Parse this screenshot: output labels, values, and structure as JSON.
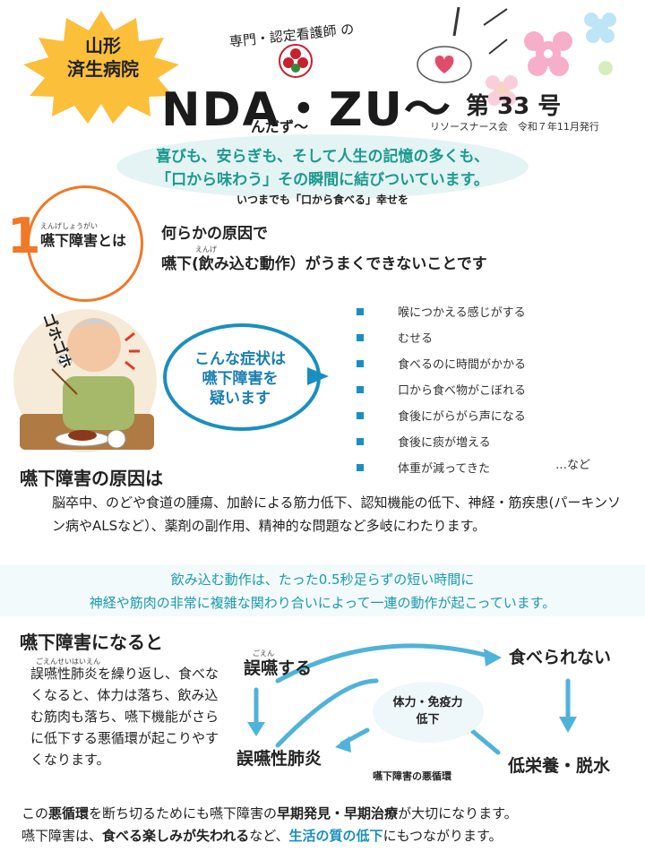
{
  "header": {
    "hospital": "山形\n済生病院",
    "subtitle": "専門・認定看護師 の",
    "masthead": "NDA・ZU～",
    "reading": "んだず～",
    "issue": "第 33 号",
    "org": "リソースナース会　令和７年11月発行"
  },
  "headline": {
    "line1": "喜びも、安らぎも、そして人生の記憶の多くも、",
    "line2": "「口から味わう」その瞬間に結びついています。",
    "sub": "いつまでも「口から食べる」幸せを"
  },
  "definition": {
    "number": "1",
    "term_ruby": "えんげしょうがい",
    "term": "嚥下障害とは",
    "line1": "何らかの原因で",
    "line2_ruby": "えんげ",
    "line2": "嚥下(飲み込む動作）がうまくできないことです"
  },
  "symptoms": {
    "bubble": "こんな症状は\n嚥下障害を\n疑います",
    "items": [
      "喉につかえる感じがする",
      "むせる",
      "食べるのに時間がかかる",
      "口から食べ物がこぼれる",
      "食後にがらがら声になる",
      "食後に痰が増える",
      "体重が減ってきた"
    ],
    "etc": "…など",
    "illustration_sfx": "ゴホゴホ"
  },
  "causes": {
    "title": "嚥下障害の原因は",
    "body": "脳卒中、のどや食道の腫瘍、加齢による筋力低下、認知機能の低下、神経・筋疾患(パーキンソン病やALSなど）、薬剤の副作用、精神的な問題など多岐にわたります。"
  },
  "mechanism": {
    "line1": "飲み込む動作は、たった0.5秒足らずの短い時間に",
    "line2": "神経や筋肉の非常に複雑な関わり合いによって一連の動作が起こっています。"
  },
  "result": {
    "title": "嚥下障害になると",
    "ruby": "ごえんせいはいえん",
    "body": "誤嚥性肺炎を繰り返し、食べなくなると、体力は落ち、飲み込む筋肉も落ち、嚥下機能がさらに低下する悪循環が起こりやすくなります。"
  },
  "cycle": {
    "n1_ruby": "ごえん",
    "n1": "誤嚥する",
    "n2": "食べられない",
    "n3": "低栄養・脱水",
    "n4": "誤嚥性肺炎",
    "center": "体力・免疫力\n低下",
    "caption": "嚥下障害の悪循環"
  },
  "footer": {
    "l1_a": "この",
    "l1_b": "悪循環",
    "l1_c": "を断ち切るためにも嚥下障害の",
    "l1_d": "早期発見・早期治療",
    "l1_e": "が大切になります。",
    "l2_a": "嚥下障害は、",
    "l2_b": "食べる楽しみが失われる",
    "l2_c": "など、",
    "l2_d": "生活の質の低下",
    "l2_e": "にもつながります。"
  },
  "colors": {
    "accent_teal": "#1c9a8f",
    "accent_blue": "#1a8fbf",
    "accent_orange": "#f07826",
    "burst": "#fbbf3a"
  }
}
